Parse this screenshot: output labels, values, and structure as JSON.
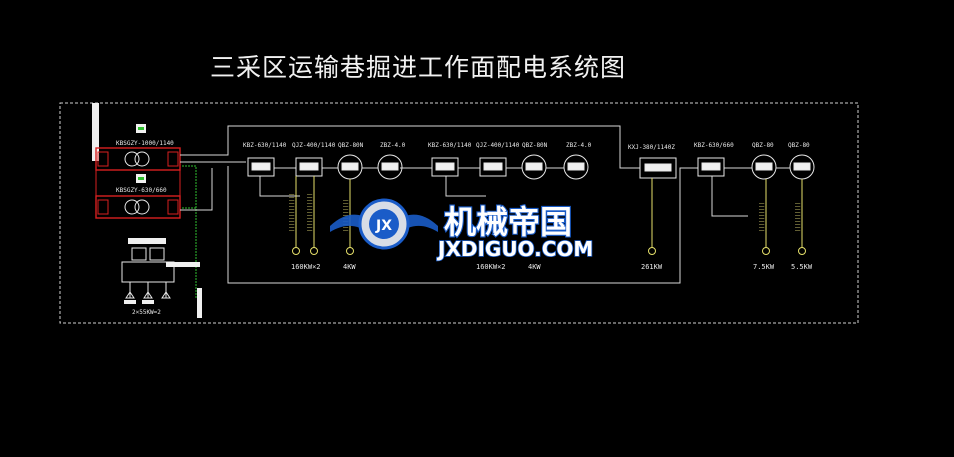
{
  "title": "三采区运输巷掘进工作面配电系统图",
  "transformers": [
    {
      "label": "KBSGZY-1000/1140"
    },
    {
      "label": "KBSGZY-630/660"
    }
  ],
  "generator": {
    "label": "2×55KW=2"
  },
  "switches": [
    {
      "label": "KBZ-630/1140"
    },
    {
      "label": "QJZ-400/1140"
    },
    {
      "label": "QBZ-80N"
    },
    {
      "label": "ZBZ-4.0"
    },
    {
      "label": "KBZ-630/1140"
    },
    {
      "label": "QJZ-400/1140"
    },
    {
      "label": "QBZ-80N"
    },
    {
      "label": "ZBZ-4.0"
    },
    {
      "label": "KXJ-380/1140Z"
    },
    {
      "label": "KBZ-630/660"
    },
    {
      "label": "QBZ-80"
    },
    {
      "label": "QBZ-80"
    }
  ],
  "loads": [
    {
      "label": "160KW×2"
    },
    {
      "label": "4KW"
    },
    {
      "label": "160KW×2"
    },
    {
      "label": "4KW"
    },
    {
      "label": "261KW"
    },
    {
      "label": "7.5KW"
    },
    {
      "label": "5.5KW"
    }
  ],
  "watermark": {
    "cn": "机械帝国",
    "en": "JXDIGUO.COM",
    "badge": "JX"
  },
  "colors": {
    "background": "#000000",
    "line": "#d8d8d8",
    "feeder": "#e6e06a",
    "transformer": "#d82020",
    "ground": "#30c030",
    "watermark": "#1a5cc8"
  }
}
